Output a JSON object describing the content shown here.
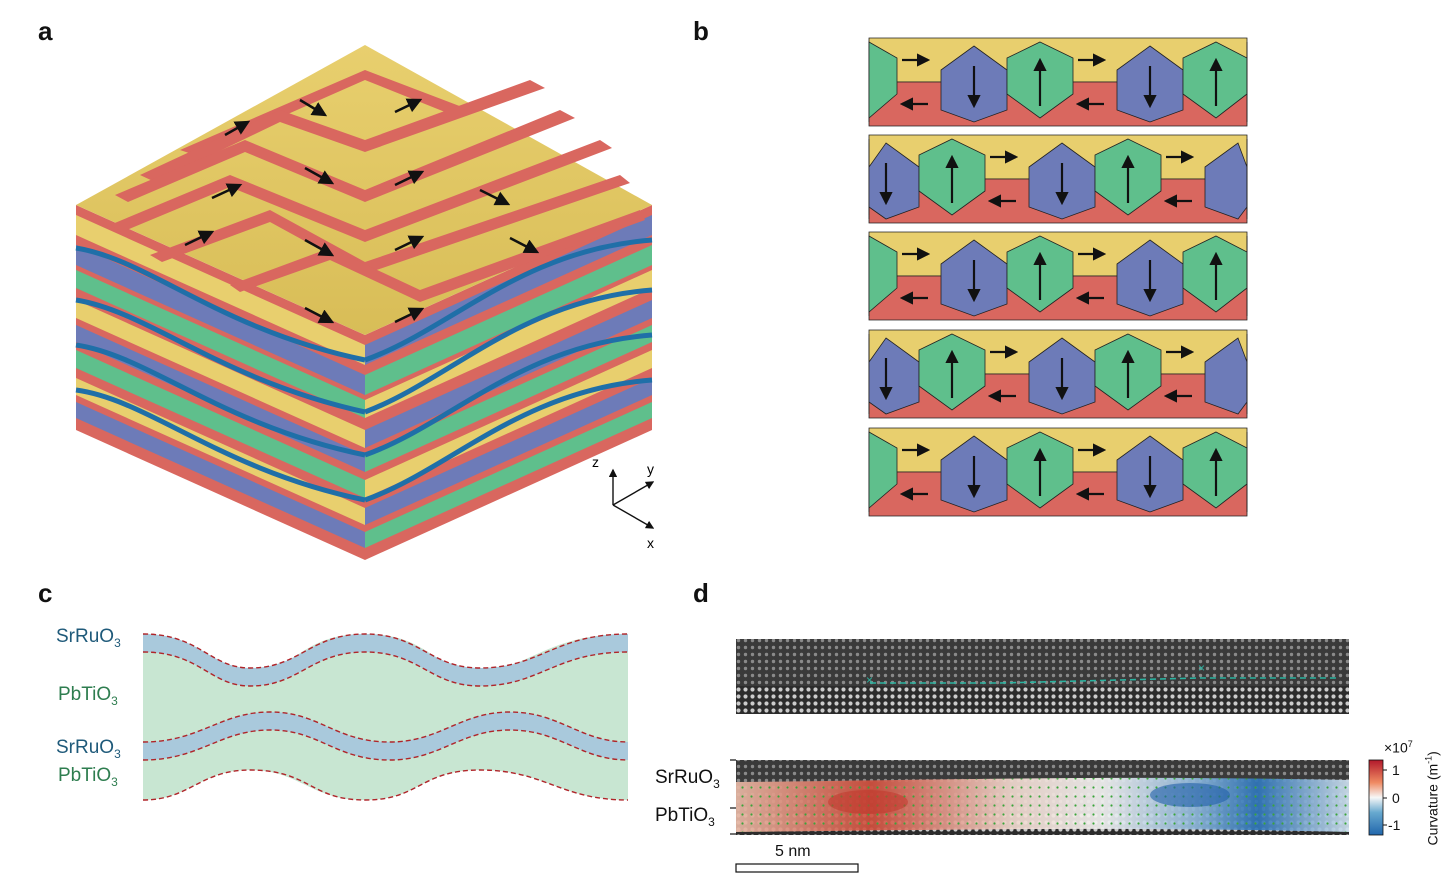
{
  "panels": {
    "a": "a",
    "b": "b",
    "c": "c",
    "d": "d"
  },
  "axes_3d": {
    "z": "z",
    "y": "y",
    "x": "x"
  },
  "panel_c": {
    "layers": [
      {
        "name": "SrRuO",
        "sub": "3",
        "color": "#1f5a7a"
      },
      {
        "name": "PbTiO",
        "sub": "3",
        "color": "#2e7d4f"
      },
      {
        "name": "SrRuO",
        "sub": "3",
        "color": "#1f5a7a"
      },
      {
        "name": "PbTiO",
        "sub": "3",
        "color": "#2e7d4f"
      }
    ]
  },
  "panel_d": {
    "layer_labels": [
      {
        "name": "SrRuO",
        "sub": "3"
      },
      {
        "name": "PbTiO",
        "sub": "3"
      }
    ],
    "scale_bar": "5 nm",
    "colorbar": {
      "multiplier": "×10",
      "exponent": "7",
      "ticks": [
        "1",
        "0",
        "-1"
      ],
      "label": "Curvature (m",
      "label_exp": "-1",
      "label_end": ")"
    }
  },
  "colors": {
    "yellow": "#e8cf6e",
    "red": "#d9675f",
    "blue": "#6d7bb8",
    "green": "#5fbf8c",
    "srruo_band": "#a9c9dc",
    "pbtio_fill": "#c8e6d2",
    "dashed": "#b0252a"
  }
}
